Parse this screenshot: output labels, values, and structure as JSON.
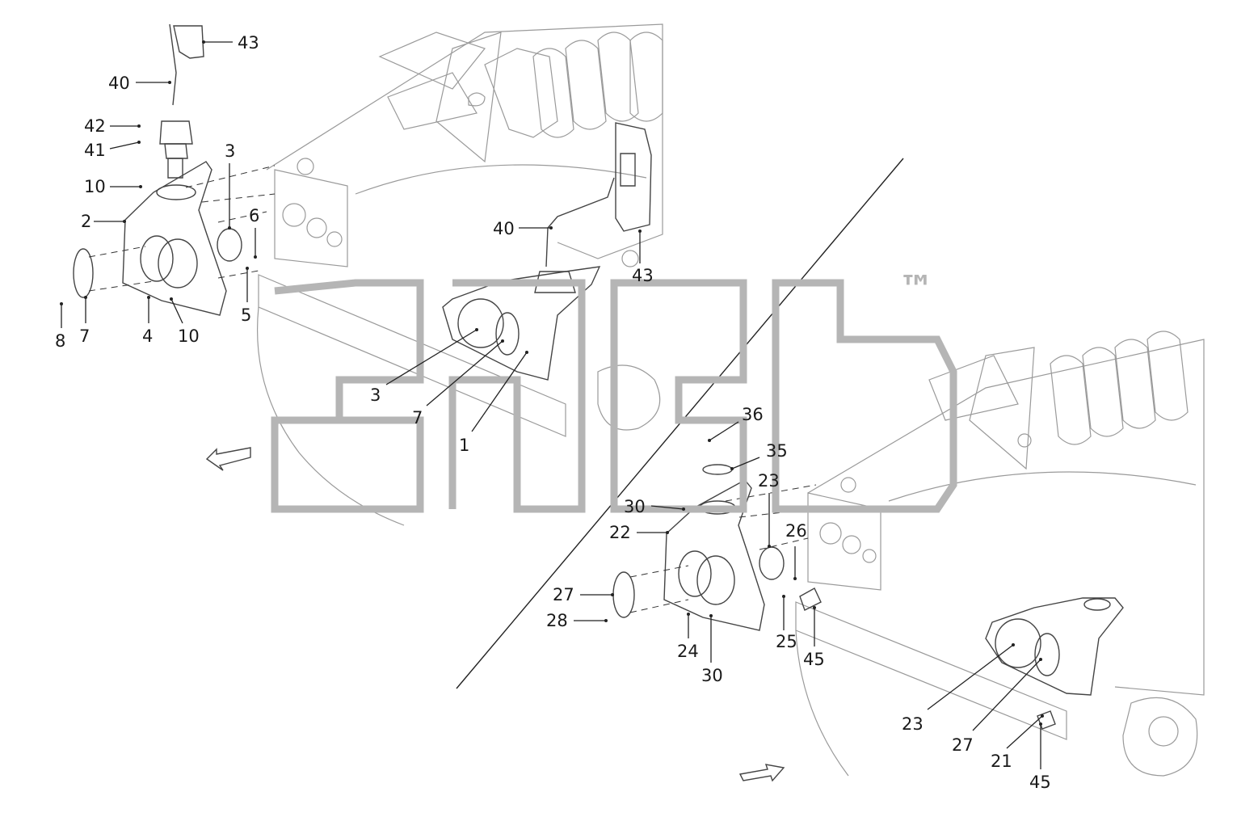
{
  "watermark": {
    "text": "3ndb",
    "mark": "™"
  },
  "callouts": [
    {
      "id": "c43a",
      "text": "43"
    },
    {
      "id": "c40a",
      "text": "40"
    },
    {
      "id": "c42",
      "text": "42"
    },
    {
      "id": "c41",
      "text": "41"
    },
    {
      "id": "c3a",
      "text": "3"
    },
    {
      "id": "c10a",
      "text": "10"
    },
    {
      "id": "c2",
      "text": "2"
    },
    {
      "id": "c6",
      "text": "6"
    },
    {
      "id": "c5",
      "text": "5"
    },
    {
      "id": "c8",
      "text": "8"
    },
    {
      "id": "c7a",
      "text": "7"
    },
    {
      "id": "c4",
      "text": "4"
    },
    {
      "id": "c10b",
      "text": "10"
    },
    {
      "id": "c40b",
      "text": "40"
    },
    {
      "id": "c43b",
      "text": "43"
    },
    {
      "id": "c3b",
      "text": "3"
    },
    {
      "id": "c7b",
      "text": "7"
    },
    {
      "id": "c1",
      "text": "1"
    },
    {
      "id": "c36",
      "text": "36"
    },
    {
      "id": "c35",
      "text": "35"
    },
    {
      "id": "c23a",
      "text": "23"
    },
    {
      "id": "c30a",
      "text": "30"
    },
    {
      "id": "c22",
      "text": "22"
    },
    {
      "id": "c26",
      "text": "26"
    },
    {
      "id": "c27a",
      "text": "27"
    },
    {
      "id": "c28",
      "text": "28"
    },
    {
      "id": "c24",
      "text": "24"
    },
    {
      "id": "c30b",
      "text": "30"
    },
    {
      "id": "c25",
      "text": "25"
    },
    {
      "id": "c45a",
      "text": "45"
    },
    {
      "id": "c23b",
      "text": "23"
    },
    {
      "id": "c27b",
      "text": "27"
    },
    {
      "id": "c21",
      "text": "21"
    },
    {
      "id": "c45b",
      "text": "45"
    }
  ]
}
